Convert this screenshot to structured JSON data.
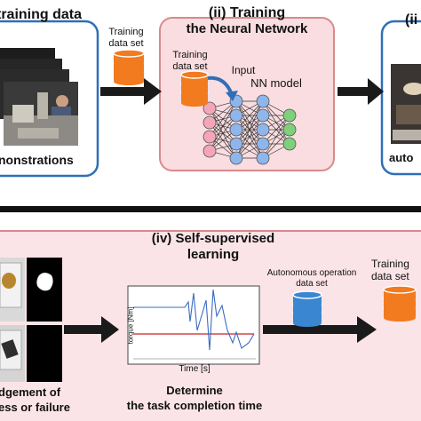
{
  "panel_i": {
    "title": "training data",
    "caption": "nonstrations"
  },
  "arrow_1": {
    "label": "Training data set"
  },
  "panel_ii": {
    "title_line1": "(ii) Training",
    "title_line2": "the Neural Network",
    "training_label": "Training data set",
    "input_label": "Input",
    "nn_label": "NN model"
  },
  "panel_iii": {
    "title": "(ii",
    "caption": "auto"
  },
  "panel_iv": {
    "title_line1": "(iv) Self-supervised",
    "title_line2": "learning",
    "judgement_line1": "dgement of",
    "judgement_line2": "ess or failure",
    "determine_line1": "Determine",
    "determine_line2": "the task completion time",
    "plot_ylabel": "torque [Nm]",
    "plot_xlabel": "Time [s]",
    "autonomous_label": "Autonomous operation data set",
    "training_label": "Training data set"
  },
  "colors": {
    "blue_border": "#2f6fb7",
    "red_border": "#d98a8a",
    "pink_fill": "#f9dde0",
    "orange_db": "#f27a1f",
    "blue_db": "#3a86d0",
    "node_pink": "#f4a6b8",
    "node_blue": "#8fb6ec",
    "node_green": "#7ed07c"
  }
}
